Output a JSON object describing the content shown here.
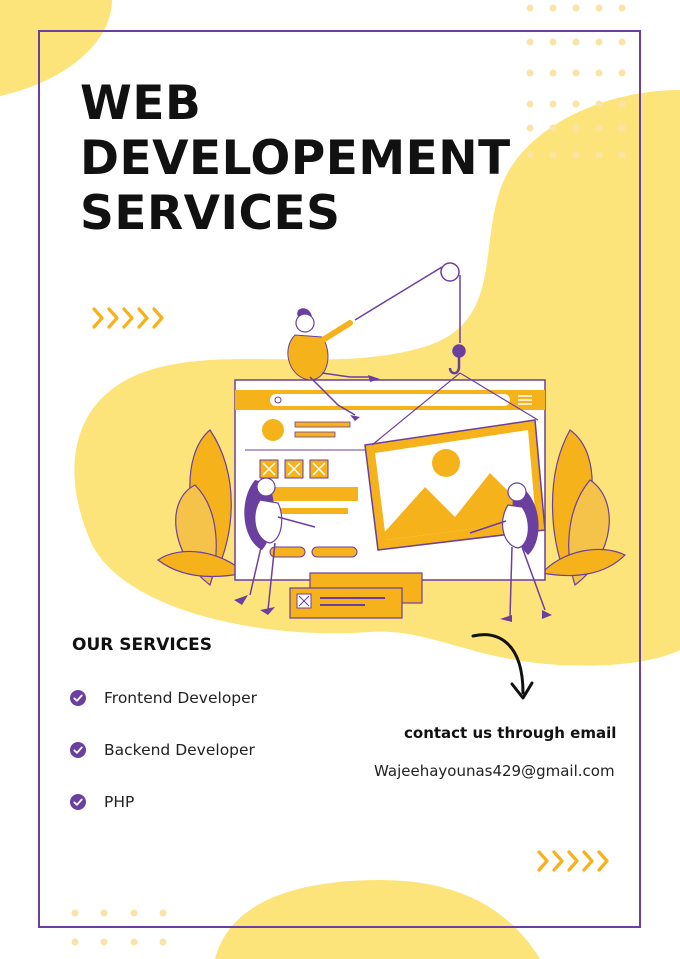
{
  "poster": {
    "title_lines": [
      "WEB",
      "DEVELOPEMENT",
      "SERVICES"
    ],
    "services_heading": "OUR SERVICES",
    "services": [
      {
        "label": "Frontend Developer"
      },
      {
        "label": "Backend Developer"
      },
      {
        "label": "PHP"
      }
    ],
    "contact_heading": "contact us through email",
    "contact_email": "Wajeehayounas429@gmail.com"
  },
  "colors": {
    "accent_yellow": "#fde47a",
    "accent_orange": "#f5b21b",
    "accent_purple": "#6b3fa0",
    "text": "#111111"
  },
  "icons": [
    "check-circle-icon",
    "chevron-arrows-icon",
    "curved-arrow-icon",
    "web-developer-illustration"
  ]
}
